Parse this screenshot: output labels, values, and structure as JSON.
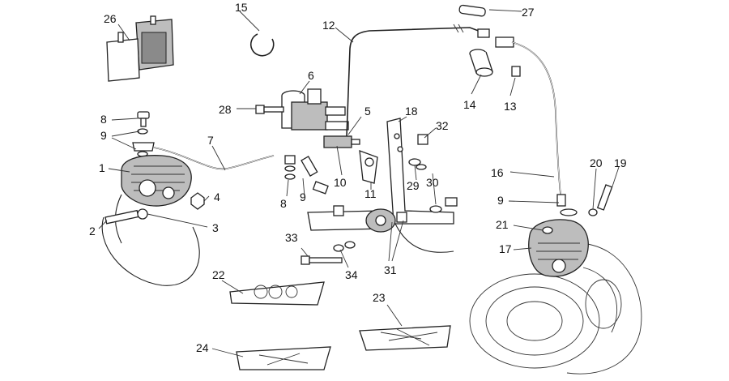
{
  "diagram": {
    "callouts": [
      {
        "id": "c1",
        "text": "1"
      },
      {
        "id": "c2",
        "text": "2"
      },
      {
        "id": "c3",
        "text": "3"
      },
      {
        "id": "c4",
        "text": "4"
      },
      {
        "id": "c5",
        "text": "5"
      },
      {
        "id": "c6",
        "text": "6"
      },
      {
        "id": "c7",
        "text": "7"
      },
      {
        "id": "c8a",
        "text": "8"
      },
      {
        "id": "c8b",
        "text": "8"
      },
      {
        "id": "c9a",
        "text": "9"
      },
      {
        "id": "c9b",
        "text": "9"
      },
      {
        "id": "c9c",
        "text": "9"
      },
      {
        "id": "c10",
        "text": "10"
      },
      {
        "id": "c11",
        "text": "11"
      },
      {
        "id": "c12",
        "text": "12"
      },
      {
        "id": "c13",
        "text": "13"
      },
      {
        "id": "c14",
        "text": "14"
      },
      {
        "id": "c15",
        "text": "15"
      },
      {
        "id": "c16",
        "text": "16"
      },
      {
        "id": "c17",
        "text": "17"
      },
      {
        "id": "c18",
        "text": "18"
      },
      {
        "id": "c19",
        "text": "19"
      },
      {
        "id": "c20",
        "text": "20"
      },
      {
        "id": "c21",
        "text": "21"
      },
      {
        "id": "c22",
        "text": "22"
      },
      {
        "id": "c23",
        "text": "23"
      },
      {
        "id": "c24",
        "text": "24"
      },
      {
        "id": "c26",
        "text": "26"
      },
      {
        "id": "c27",
        "text": "27"
      },
      {
        "id": "c28",
        "text": "28"
      },
      {
        "id": "c29",
        "text": "29"
      },
      {
        "id": "c30",
        "text": "30"
      },
      {
        "id": "c31",
        "text": "31"
      },
      {
        "id": "c32",
        "text": "32"
      },
      {
        "id": "c33",
        "text": "33"
      },
      {
        "id": "c34",
        "text": "34"
      }
    ]
  }
}
